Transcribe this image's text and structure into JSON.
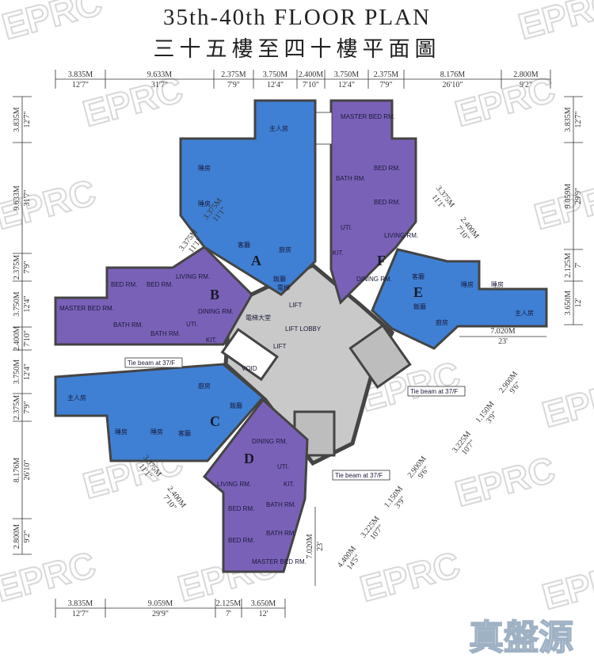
{
  "title": {
    "en": "35th-40th FLOOR PLAN",
    "zh": "三十五樓至四十樓平面圖"
  },
  "colors": {
    "blue_unit": "#3f80d4",
    "purple_unit": "#7a61b8",
    "core": "#c9c9c9",
    "walls": "#444444"
  },
  "dimensions": {
    "top": [
      {
        "m": "3.835M",
        "ft": "12'7\""
      },
      {
        "m": "9.633M",
        "ft": "31'7\""
      },
      {
        "m": "2.375M",
        "ft": "7'9\""
      },
      {
        "m": "3.750M",
        "ft": "12'4\""
      },
      {
        "m": "2.400M",
        "ft": "7'10\""
      },
      {
        "m": "3.750M",
        "ft": "12'4\""
      },
      {
        "m": "2.375M",
        "ft": "7'9\""
      },
      {
        "m": "8.176M",
        "ft": "26'10\""
      },
      {
        "m": "2.800M",
        "ft": "9'2\""
      }
    ],
    "left": [
      {
        "m": "3.835M",
        "ft": "12'7\""
      },
      {
        "m": "9.633M",
        "ft": "31'7\""
      },
      {
        "m": "2.375M",
        "ft": "7'9\""
      },
      {
        "m": "3.750M",
        "ft": "12'4\""
      },
      {
        "m": "2.400M",
        "ft": "7'10\""
      },
      {
        "m": "3.750M",
        "ft": "12'4\""
      },
      {
        "m": "2.375M",
        "ft": "7'9\""
      },
      {
        "m": "8.176M",
        "ft": "26'10\""
      },
      {
        "m": "2.800M",
        "ft": "9'2\""
      }
    ],
    "bottom": [
      {
        "m": "3.835M",
        "ft": "12'7\""
      },
      {
        "m": "9.059M",
        "ft": "29'9\""
      },
      {
        "m": "2.125M",
        "ft": "7'"
      },
      {
        "m": "3.650M",
        "ft": "12'"
      }
    ],
    "right": [
      {
        "m": "3.835M",
        "ft": "12'7\""
      },
      {
        "m": "9.059M",
        "ft": "29'9\""
      },
      {
        "m": "2.125M",
        "ft": "7'"
      },
      {
        "m": "3.650M",
        "ft": "12'"
      }
    ],
    "e_width": {
      "m": "7.020M",
      "ft": "23'"
    },
    "d_height": {
      "m": "7.020M",
      "ft": "23'"
    },
    "diag_a": {
      "m": "3.375M",
      "ft": "11'1\""
    },
    "diag_f1": {
      "m": "3.375M",
      "ft": "11'1\""
    },
    "diag_f2": {
      "m": "2.400M",
      "ft": "7'10\""
    },
    "diag_c1": {
      "m": "3.375M",
      "ft": "11'1\""
    },
    "diag_c2": {
      "m": "2.400M",
      "ft": "7'10\""
    },
    "diag_e": [
      {
        "m": "3.225M",
        "ft": "10'7\""
      },
      {
        "m": "1.150M",
        "ft": "3'9\""
      },
      {
        "m": "2.900M",
        "ft": "9'6\""
      }
    ],
    "diag_d": [
      {
        "m": "4.400M",
        "ft": "14'5\""
      },
      {
        "m": "3.225M",
        "ft": "10'7\""
      },
      {
        "m": "1.150M",
        "ft": "3'9\""
      },
      {
        "m": "2.900M",
        "ft": "9'6\""
      }
    ]
  },
  "units": {
    "a": "A",
    "b": "B",
    "c": "C",
    "d": "D",
    "e": "E",
    "f": "F"
  },
  "rooms": {
    "master_zh": "主人房",
    "bed_zh": "睡房",
    "living_zh": "客廳",
    "dining_zh": "飯廳",
    "kitchen_zh": "廚房",
    "master": "MASTER BED RM.",
    "bed": "BED RM.",
    "bath": "BATH RM.",
    "living": "LIVING RM.",
    "dining": "DINING RM.",
    "kit": "KIT.",
    "uti": "UTI.",
    "lift": "LIFT",
    "lift_lobby": "LIFT LOBBY",
    "lobby_zh": "電梯大堂",
    "stair_zh": "電梯",
    "void": "VOID"
  },
  "notes": {
    "tie_beam": "Tie beam at 37/F"
  },
  "watermark": "EPRC",
  "brand": "真盤源"
}
